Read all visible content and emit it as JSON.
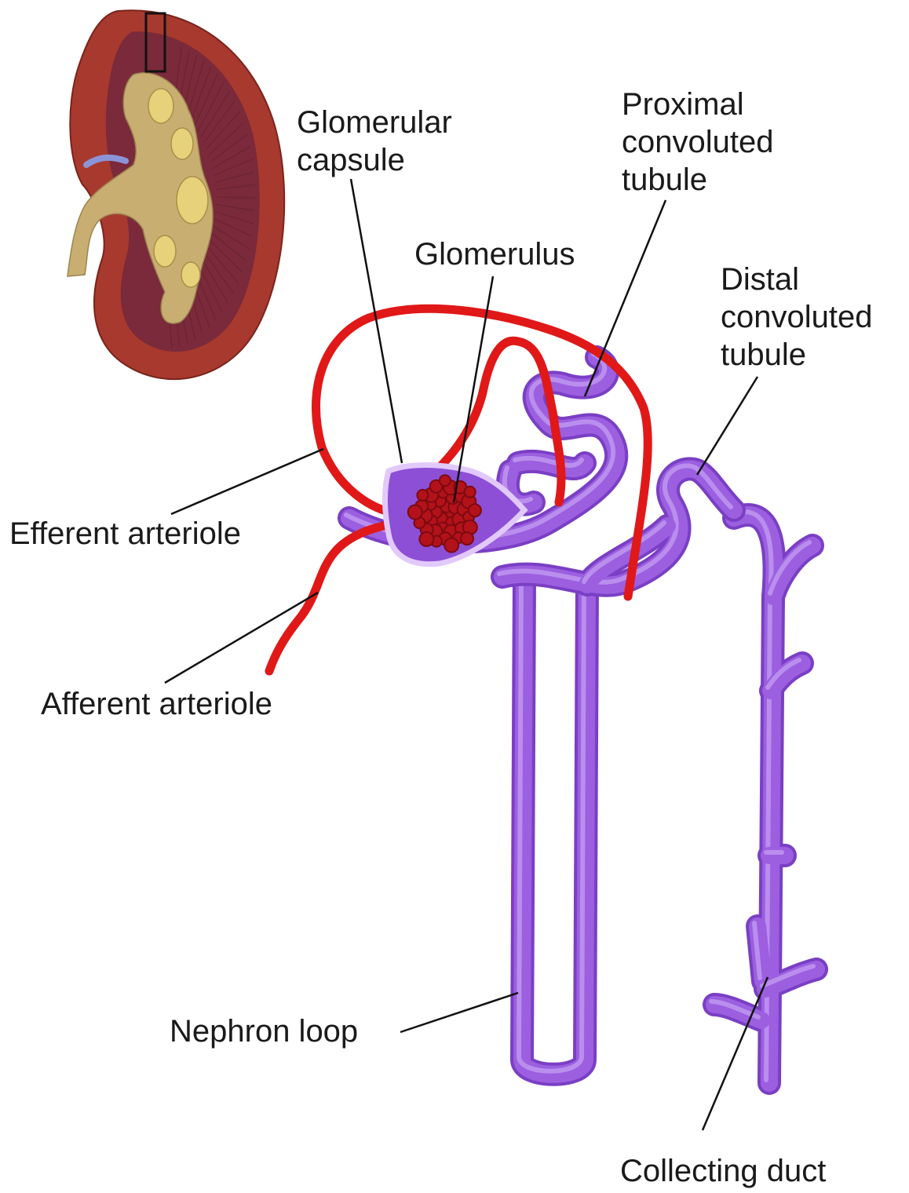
{
  "colors": {
    "tubule": "#9b5fe0",
    "tubule_dark": "#7a3fc4",
    "tubule_light": "#c7a2f2",
    "capsule_interior": "#8c4fd6",
    "capsule_rim": "#e2c9fb",
    "vessel": "#e01818",
    "vessel_dark": "#b80f0f",
    "glomerulus": "#b3121a",
    "kidney_cortex": "#a8392e",
    "kidney_medulla": "#7a2a3a",
    "kidney_pelvis": "#c9ae72",
    "kidney_calyx": "#e6d27a",
    "leader_line": "#111111",
    "label_text": "#1a1a1a"
  },
  "inset": {
    "name": "kidney-section",
    "highlight": "boxed cortex region"
  },
  "labels": {
    "glomerular_capsule": {
      "line1": "Glomerular",
      "line2": "capsule"
    },
    "glomerulus": "Glomerulus",
    "proximal_convoluted_tubule": {
      "line1": "Proximal",
      "line2": "convoluted",
      "line3": "tubule"
    },
    "distal_convoluted_tubule": {
      "line1": "Distal",
      "line2": "convoluted",
      "line3": "tubule"
    },
    "efferent_arteriole": "Efferent arteriole",
    "afferent_arteriole": "Afferent arteriole",
    "nephron_loop": "Nephron loop",
    "collecting_duct": "Collecting duct"
  }
}
